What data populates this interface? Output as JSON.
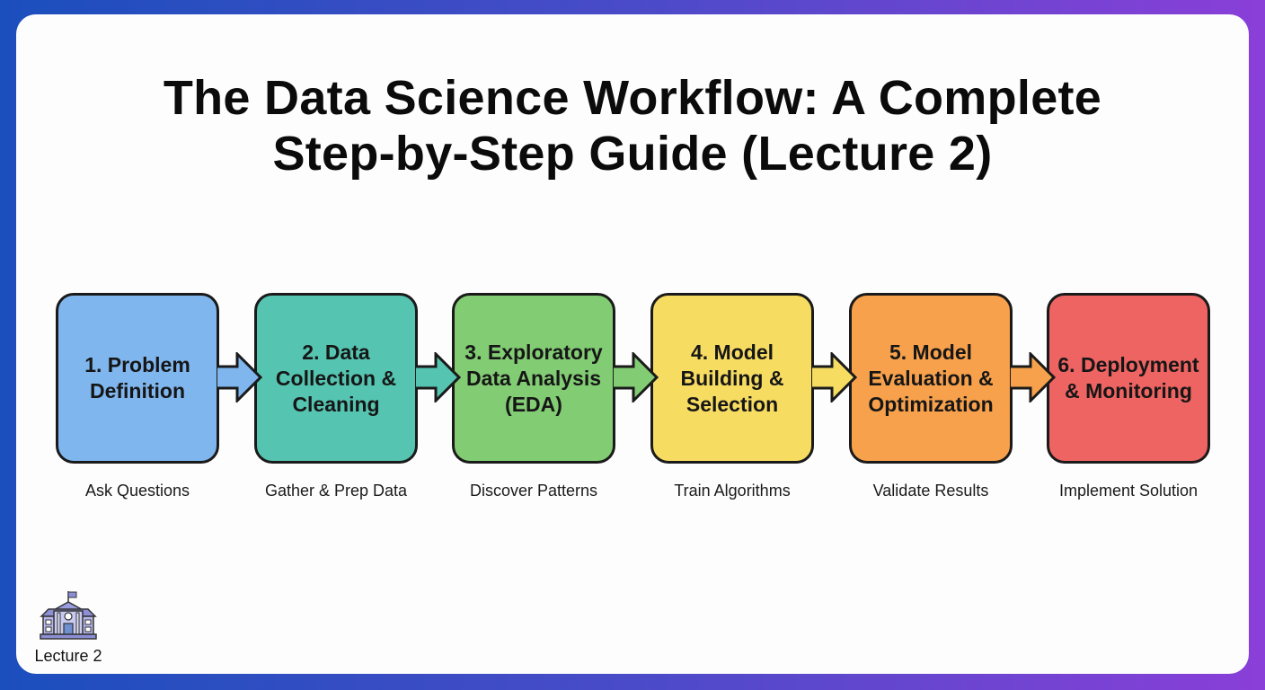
{
  "title_line1": "The Data Science Workflow: A Complete",
  "title_line2": "Step-by-Step Guide (Lecture 2)",
  "steps": [
    {
      "label": "1. Problem Definition",
      "caption": "Ask Questions",
      "color": "#7fb6ee"
    },
    {
      "label": "2. Data Collection & Cleaning",
      "caption": "Gather & Prep Data",
      "color": "#55c4b1"
    },
    {
      "label": "3. Exploratory Data Analysis (EDA)",
      "caption": "Discover Patterns",
      "color": "#82cc74"
    },
    {
      "label": "4. Model Building & Selection",
      "caption": "Train Algorithms",
      "color": "#f7dc62"
    },
    {
      "label": "5. Model Evaluation & Optimization",
      "caption": "Validate Results",
      "color": "#f7a14c"
    },
    {
      "label": "6. Deployment & Monitoring",
      "caption": "Implement Solution",
      "color": "#ee6462"
    }
  ],
  "badge": {
    "label": "Lecture 2",
    "icon": "school-building-icon"
  }
}
